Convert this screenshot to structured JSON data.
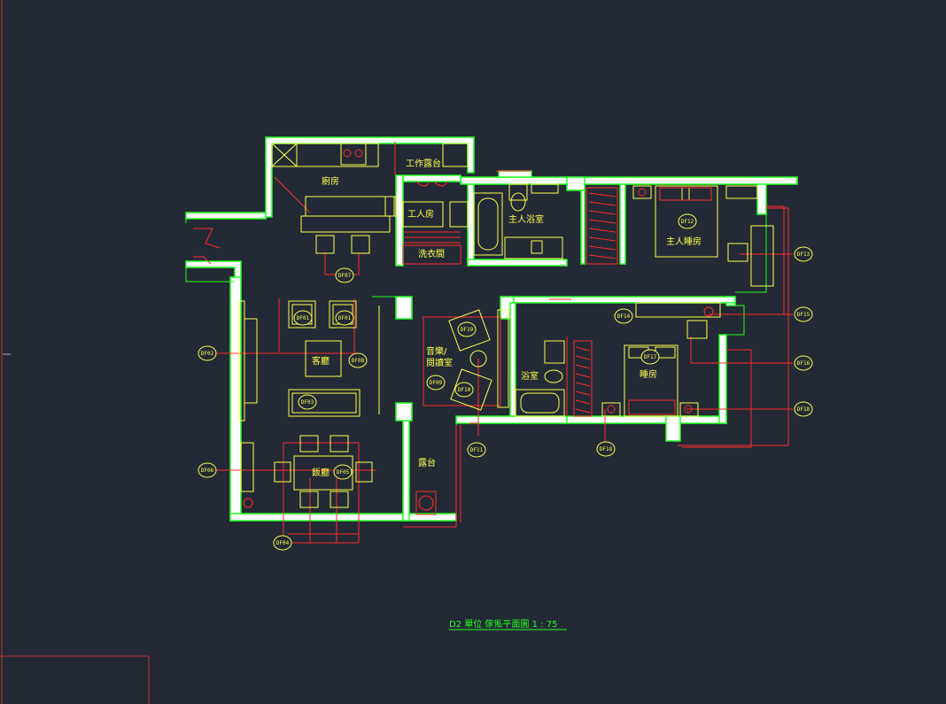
{
  "rooms": {
    "kitchen": "廚房",
    "work_balcony": "工作露台",
    "maid_room": "工人房",
    "laundry": "洗衣間",
    "master_bath": "主人浴室",
    "master_bedroom": "主人睡房",
    "living": "客廳",
    "music_study": "音樂/\n閱讀室",
    "bathroom": "浴室",
    "bedroom": "睡房",
    "dining": "飯廳",
    "balcony": "露台"
  },
  "tags": {
    "ff01": "DF01",
    "ff01b": "DF01",
    "ff02": "DF02",
    "ff03": "DF03",
    "ff04": "DF04",
    "ff05": "DF05",
    "ff06": "DF06",
    "ff07": "DF07",
    "ff08": "DF08",
    "ff09": "DF09",
    "ff10": "DF10",
    "ff11": "DF11",
    "ff12": "DF12",
    "ff13": "DF13",
    "ff14": "DF14",
    "ff15": "DF15",
    "ff16": "DF16",
    "ff17": "DF17",
    "ff18": "DF18",
    "ff18b": "DF18",
    "ff19": "DF19"
  },
  "drawing_title": "D2 單位 傢俬平面圖  1 : 75",
  "colors": {
    "background": "#232a35",
    "wall": "#22ff22",
    "furniture": "#ffff4d",
    "annotation": "#ff2a2a",
    "wall_fill": "#ffffff"
  }
}
